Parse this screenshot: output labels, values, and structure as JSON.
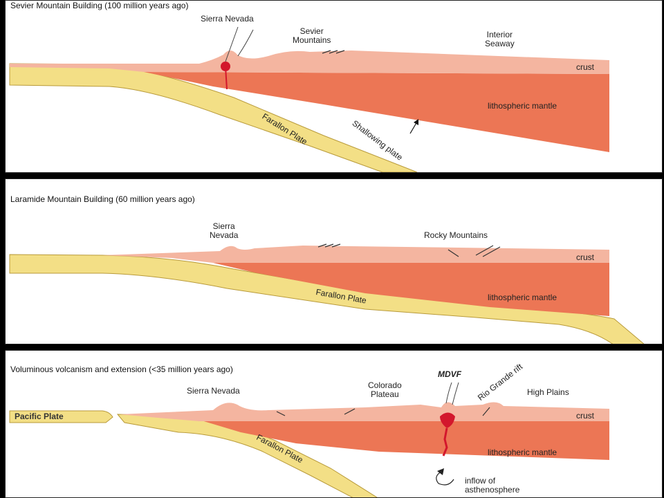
{
  "colors": {
    "crust": "#f4b5a0",
    "mantle": "#ec7655",
    "plate": "#f3df86",
    "plate_edge": "#b89a3a",
    "magma": "#d3172c"
  },
  "panels": [
    {
      "title": "Sevier Mountain Building (100 million years ago)",
      "labels": {
        "sierra_nevada": "Sierra Nevada",
        "sevier_mountains": "Sevier\nMountains",
        "interior_seaway": "Interior\nSeaway",
        "crust": "crust",
        "mantle": "lithospheric mantle",
        "farallon": "Farallon Plate",
        "shallowing": "Shallowing plate"
      }
    },
    {
      "title": "Laramide Mountain Building (60 million years ago)",
      "labels": {
        "sierra_nevada": "Sierra\nNevada",
        "rocky_mountains": "Rocky Mountains",
        "crust": "crust",
        "mantle": "lithospheric mantle",
        "farallon": "Farallon Plate"
      }
    },
    {
      "title": "Voluminous volcanism and extension (<35 million years ago)",
      "labels": {
        "mdvf": "MDVF",
        "rio_grande": "Rio Grande rift",
        "sierra_nevada": "Sierra Nevada",
        "colorado_plateau": "Colorado\nPlateau",
        "high_plains": "High Plains",
        "pacific": "Pacific Plate",
        "crust": "crust",
        "mantle": "lithospheric mantle",
        "farallon": "Farallon Plate",
        "inflow": "inflow of\nasthenosphere"
      }
    }
  ]
}
